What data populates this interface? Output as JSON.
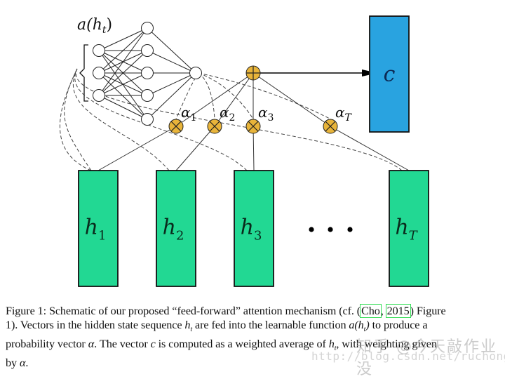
{
  "diagram": {
    "network_label": "a(h",
    "network_label_sub": "t",
    "network_label_close": ")",
    "network": {
      "input_nodes": 3,
      "hidden_nodes": 5,
      "output_nodes": 1
    },
    "context_box": {
      "label": "c",
      "color": "#29A3E0"
    },
    "sum_node": {
      "symbol": "plus",
      "color": "#E8B43A"
    },
    "multipliers": [
      {
        "label": "α",
        "sub": "1"
      },
      {
        "label": "α",
        "sub": "2"
      },
      {
        "label": "α",
        "sub": "3"
      },
      {
        "label": "α",
        "sub": "T"
      }
    ],
    "hidden_states": [
      {
        "label": "h",
        "sub": "1"
      },
      {
        "label": "h",
        "sub": "2"
      },
      {
        "label": "h",
        "sub": "3"
      },
      {
        "label": "h",
        "sub": "T"
      }
    ],
    "ellipsis": "• • •",
    "hidden_state_color": "#22D893",
    "multiplier_color": "#E8B43A"
  },
  "caption": {
    "line1_a": "Figure 1: Schematic of our proposed “feed-forward” attention mechanism (cf. (",
    "cite_author": "Cho",
    "cite_sep": ", ",
    "cite_year": "2015",
    "line1_b": ") Figure",
    "line2_a": "1).  Vectors in the hidden state sequence ",
    "line2_var1": "h",
    "line2_var1_sub": "t",
    "line2_b": " are fed into the learnable function ",
    "line2_var2": "a(h",
    "line2_var2_sub": "t",
    "line2_var2_close": ")",
    "line2_c": " to produce a",
    "line3_a": "probability vector ",
    "line3_alpha": "α",
    "line3_b": ". The vector ",
    "line3_c": "c",
    "line3_d": " is computed as a weighted average of ",
    "line3_h": "h",
    "line3_h_sub": "t",
    "line3_e": ", with weighting given",
    "line4_a": "by ",
    "line4_alpha": "α",
    "line4_b": "."
  },
  "watermark": {
    "line1": "知乎 @今天敲作业没",
    "line2": "http://blog.csdn.net/ruchonge"
  }
}
